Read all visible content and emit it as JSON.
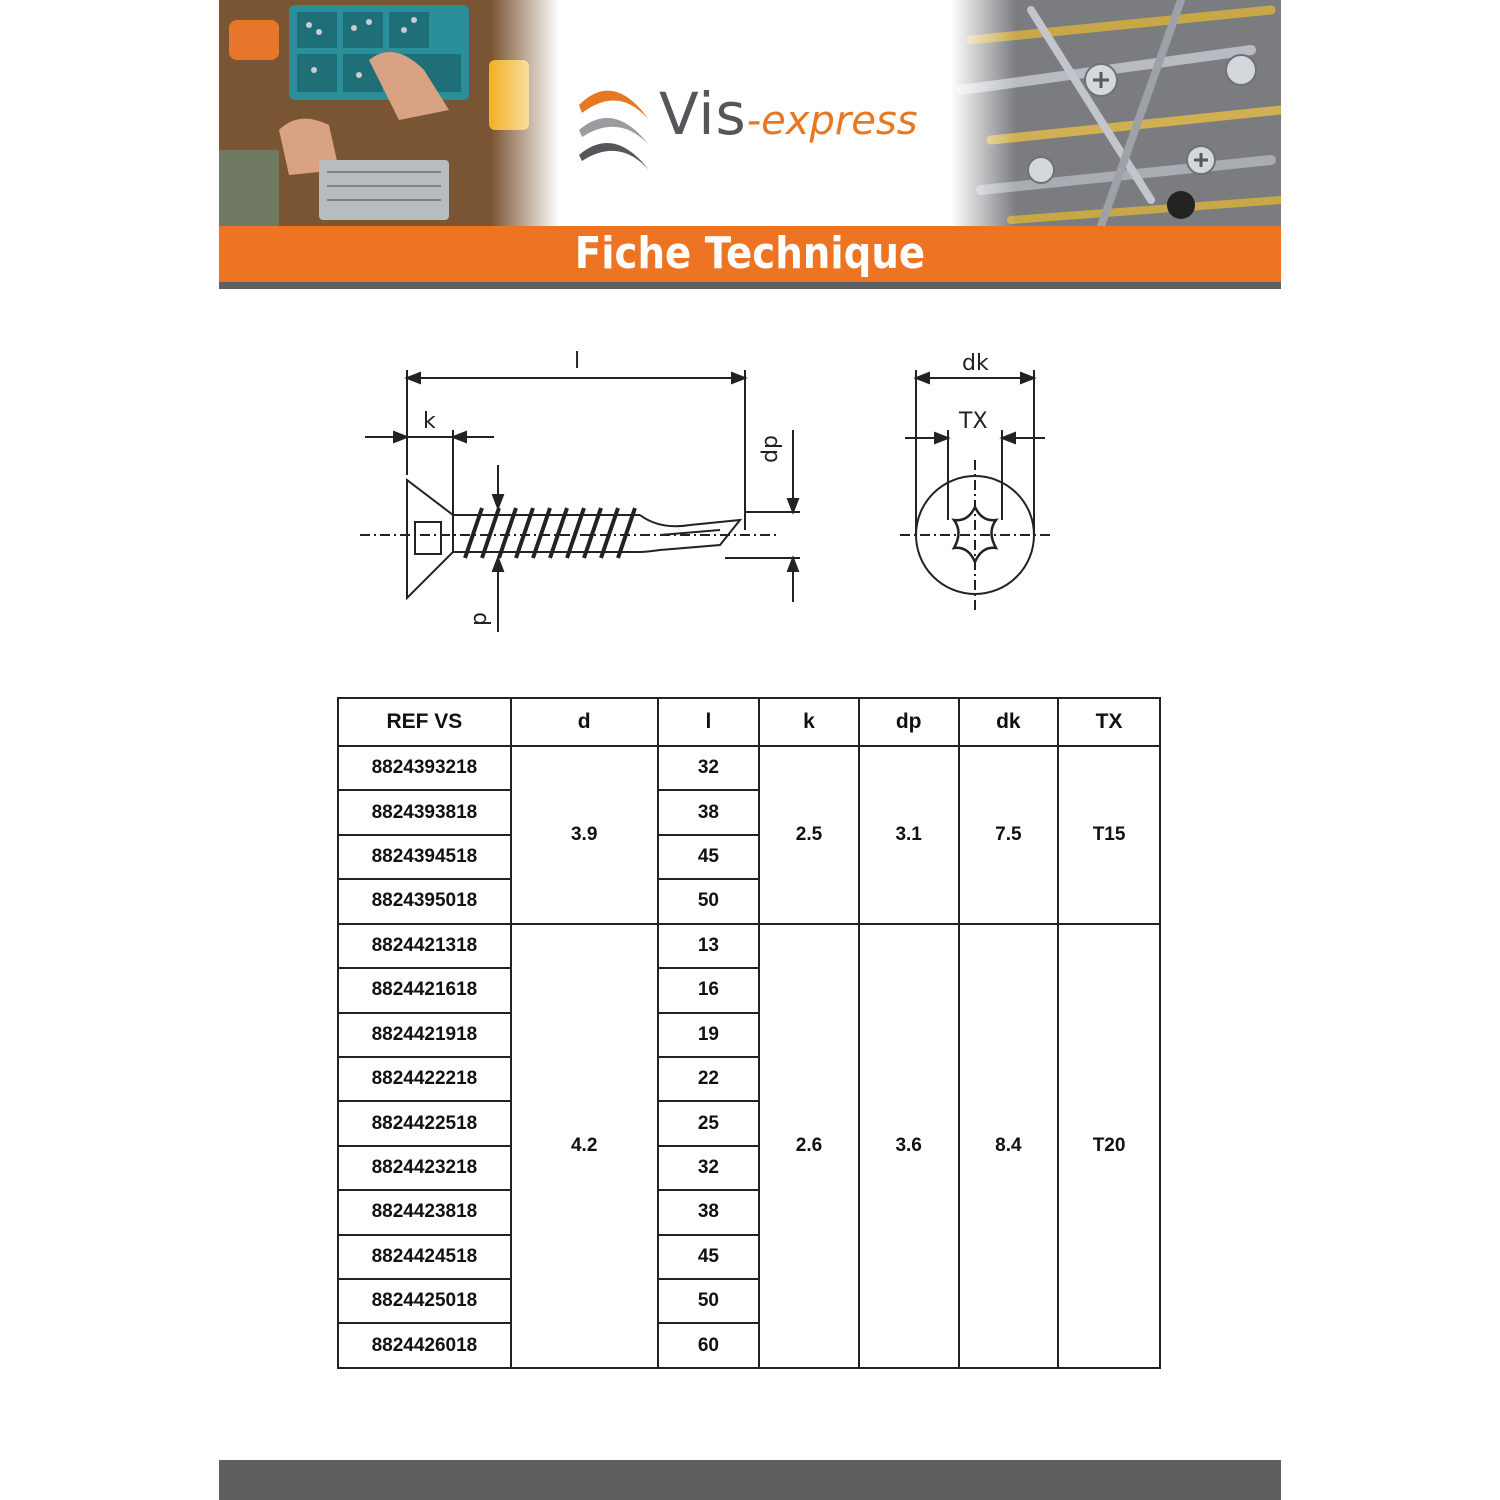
{
  "header": {
    "brand_name": "Vis",
    "brand_suffix": "-express",
    "title": "Fiche Technique",
    "colors": {
      "orange": "#ec7423",
      "gray": "#5e5f61"
    }
  },
  "drawing": {
    "labels": {
      "l": "l",
      "k": "k",
      "dp": "dp",
      "d": "d",
      "dk": "dk",
      "tx": "TX"
    }
  },
  "table": {
    "headers": [
      "REF VS",
      "d",
      "l",
      "k",
      "dp",
      "dk",
      "TX"
    ],
    "groups": [
      {
        "d": "3.9",
        "k": "2.5",
        "dp": "3.1",
        "dk": "7.5",
        "tx": "T15",
        "rows": [
          {
            "ref": "8824393218",
            "l": "32"
          },
          {
            "ref": "8824393818",
            "l": "38"
          },
          {
            "ref": "8824394518",
            "l": "45"
          },
          {
            "ref": "8824395018",
            "l": "50"
          }
        ]
      },
      {
        "d": "4.2",
        "k": "2.6",
        "dp": "3.6",
        "dk": "8.4",
        "tx": "T20",
        "rows": [
          {
            "ref": "8824421318",
            "l": "13"
          },
          {
            "ref": "8824421618",
            "l": "16"
          },
          {
            "ref": "8824421918",
            "l": "19"
          },
          {
            "ref": "8824422218",
            "l": "22"
          },
          {
            "ref": "8824422518",
            "l": "25"
          },
          {
            "ref": "8824423218",
            "l": "32"
          },
          {
            "ref": "8824423818",
            "l": "38"
          },
          {
            "ref": "8824424518",
            "l": "45"
          },
          {
            "ref": "8824425018",
            "l": "50"
          },
          {
            "ref": "8824426018",
            "l": "60"
          }
        ]
      }
    ]
  }
}
